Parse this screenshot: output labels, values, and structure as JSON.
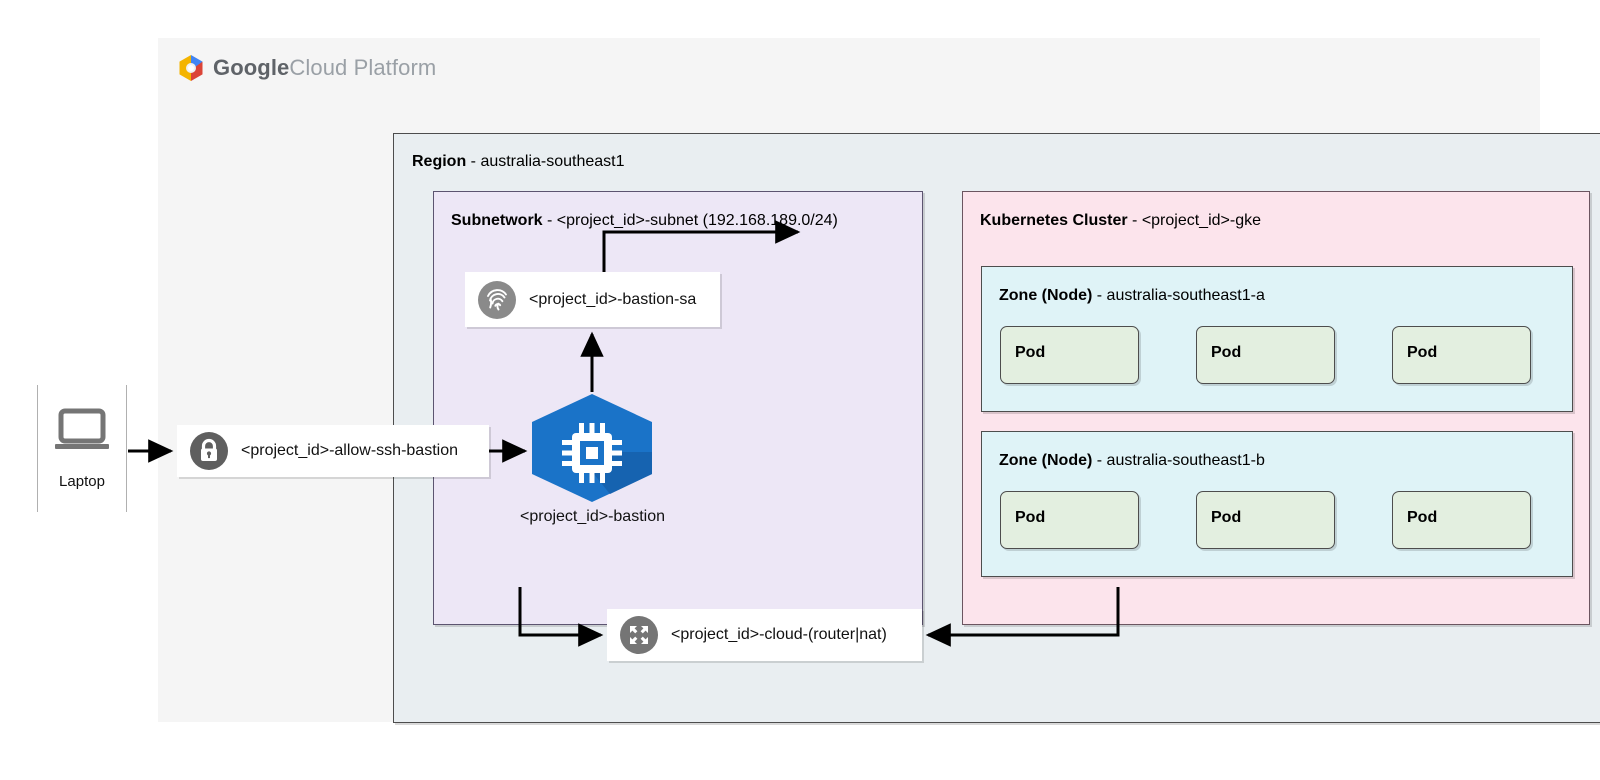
{
  "brand": {
    "logo_icon": "google-cloud-hexagon-icon",
    "name_bold": "Google",
    "name_light": "Cloud Platform",
    "colors": {
      "logo_blue": "#4285f4",
      "logo_red": "#db4437",
      "logo_yellow": "#f4b400",
      "wordmark_gray": "#757575"
    }
  },
  "canvas": {
    "background": "#ffffff",
    "panel_background": "#f5f5f5"
  },
  "region": {
    "title_bold": "Region",
    "title_rest": " - australia-southeast1",
    "fill": "#e9eef1"
  },
  "subnetwork": {
    "title_bold": "Subnetwork",
    "title_rest": " - <project_id>-subnet (192.168.189.0/24)",
    "fill": "#ede7f6"
  },
  "cluster": {
    "title_bold": "Kubernetes Cluster",
    "title_rest": " - <project_id>-gke",
    "fill": "#fce4ec",
    "zones": [
      {
        "title_bold": "Zone (Node)",
        "title_rest": " - australia-southeast1-a",
        "fill": "#dff3f7",
        "pods": [
          {
            "label": "Pod"
          },
          {
            "label": "Pod"
          },
          {
            "label": "Pod"
          }
        ]
      },
      {
        "title_bold": "Zone (Node)",
        "title_rest": " - australia-southeast1-b",
        "fill": "#dff3f7",
        "pods": [
          {
            "label": "Pod"
          },
          {
            "label": "Pod"
          },
          {
            "label": "Pod"
          }
        ]
      }
    ]
  },
  "laptop": {
    "label": "Laptop",
    "icon": "laptop-icon",
    "icon_color": "#757575"
  },
  "nodes": {
    "firewall_rule": {
      "label": "<project_id>-allow-ssh-bastion",
      "icon": "lock-icon",
      "icon_bg": "#5f5f5f"
    },
    "service_account": {
      "label": "<project_id>-bastion-sa",
      "icon": "fingerprint-icon",
      "icon_bg": "#8a8a8a"
    },
    "cloud_router_nat": {
      "label": "<project_id>-cloud-(router|nat)",
      "icon": "router-expand-arrows-icon",
      "icon_bg": "#757575"
    },
    "bastion": {
      "label": "<project_id>-bastion",
      "icon": "compute-engine-hexagon-icon",
      "icon_fill": "#1a73c8",
      "icon_shadow": "#1558a8"
    }
  },
  "edges": [
    {
      "from": "laptop",
      "to": "firewall-rule",
      "style": "arrow"
    },
    {
      "from": "firewall-rule",
      "to": "bastion",
      "style": "arrow"
    },
    {
      "from": "bastion",
      "to": "service-account",
      "style": "arrow"
    },
    {
      "from": "service-account",
      "to": "kubernetes-cluster",
      "style": "arrow"
    },
    {
      "from": "subnetwork",
      "to": "cloud-router-nat",
      "style": "arrow"
    },
    {
      "from": "kubernetes-cluster",
      "to": "cloud-router-nat",
      "style": "arrow"
    }
  ]
}
